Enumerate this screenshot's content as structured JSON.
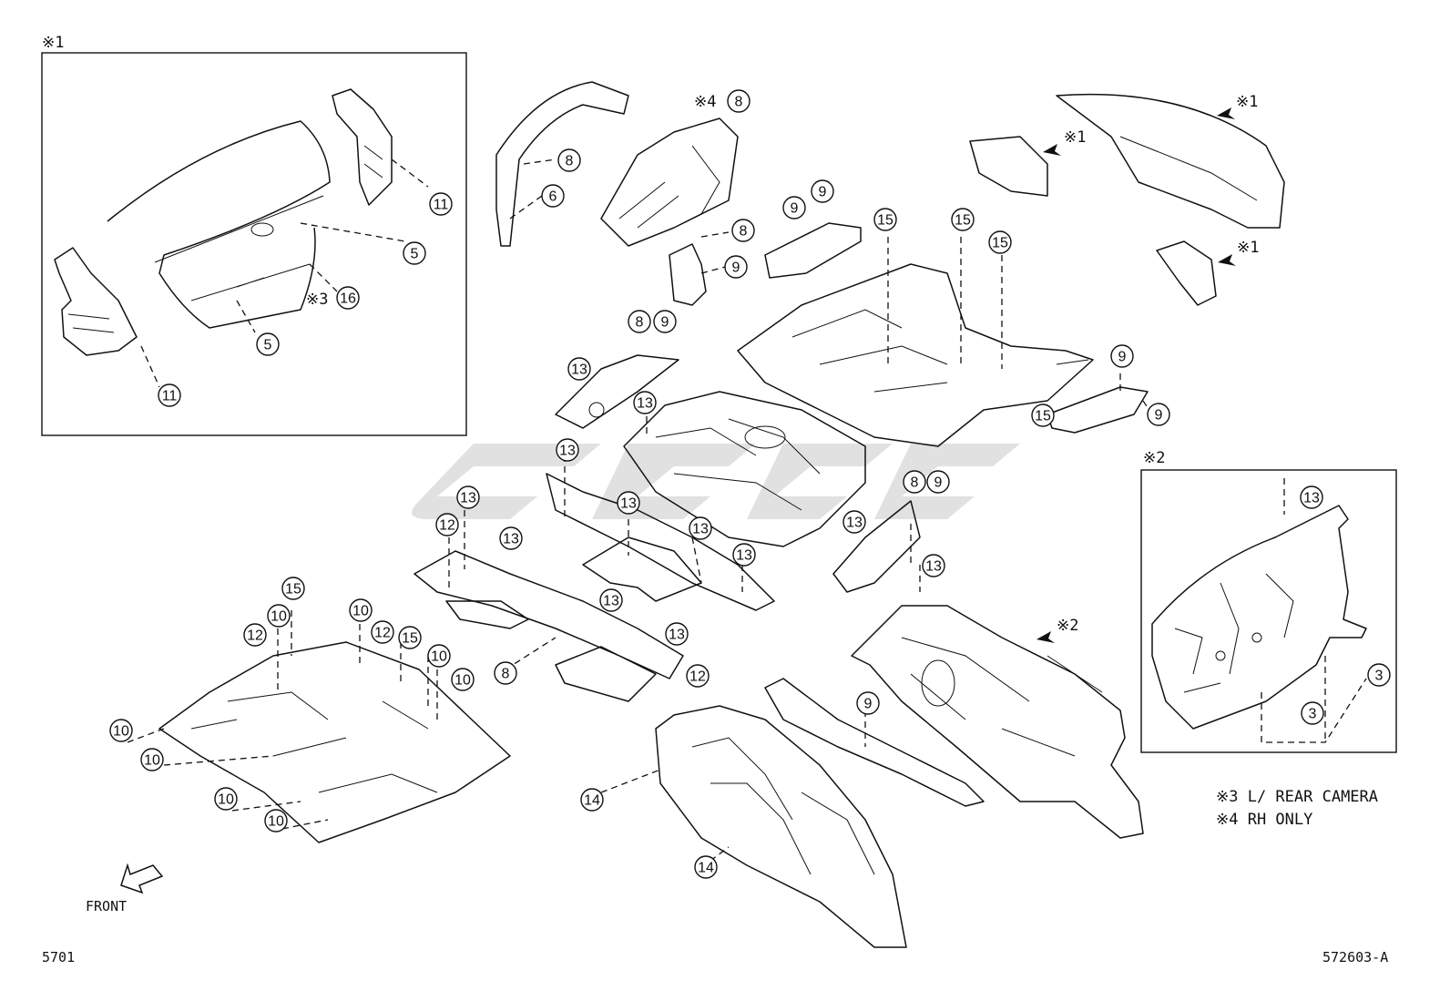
{
  "inset_markers": {
    "inset1": "※1",
    "inset2": "※2"
  },
  "pointer_labels": {
    "trunk_lid": "※1",
    "rear_panel_l": "※1",
    "rear_panel_r": "※1",
    "dash_panel": "※2",
    "rh_only": "※4",
    "camera_ref": "※3"
  },
  "notes": {
    "note3": "※3 L/ REAR CAMERA",
    "note4": "※4 RH ONLY"
  },
  "front_label": "FRONT",
  "diagram_code": "5701",
  "figure_id": "572603-A",
  "callouts": {
    "c5a": "5",
    "c5b": "5",
    "c11a": "11",
    "c11b": "11",
    "c16": "16",
    "c8a": "8",
    "c6": "6",
    "c8b": "8",
    "c8c": "8",
    "c9a": "9",
    "c9b": "9",
    "c9c": "9",
    "c8d": "8",
    "c9d": "9",
    "c15a": "15",
    "c15b": "15",
    "c15c": "15",
    "c15d": "15",
    "c9e": "9",
    "c9f": "9",
    "c13a": "13",
    "c13b": "13",
    "c13c": "13",
    "c13d": "13",
    "c13e": "13",
    "c13f": "13",
    "c13g": "13",
    "c13h": "13",
    "c13i": "13",
    "c13j": "13",
    "c13k": "13",
    "c13l": "13",
    "c8e": "8",
    "c9g": "9",
    "c12a": "12",
    "c12b": "12",
    "c8f": "8",
    "c15e": "15",
    "c15f": "15",
    "c10a": "10",
    "c10b": "10",
    "c10c": "10",
    "c10d": "10",
    "c10e": "10",
    "c10f": "10",
    "c10g": "10",
    "c10h": "10",
    "c12c": "12",
    "c12d": "12",
    "c14a": "14",
    "c14b": "14",
    "c9h": "9",
    "c3a": "3",
    "c3b": "3"
  },
  "icons": {
    "front_arrow": "front-arrow-icon",
    "pointer_arrow": "pointer-arrow-icon"
  }
}
